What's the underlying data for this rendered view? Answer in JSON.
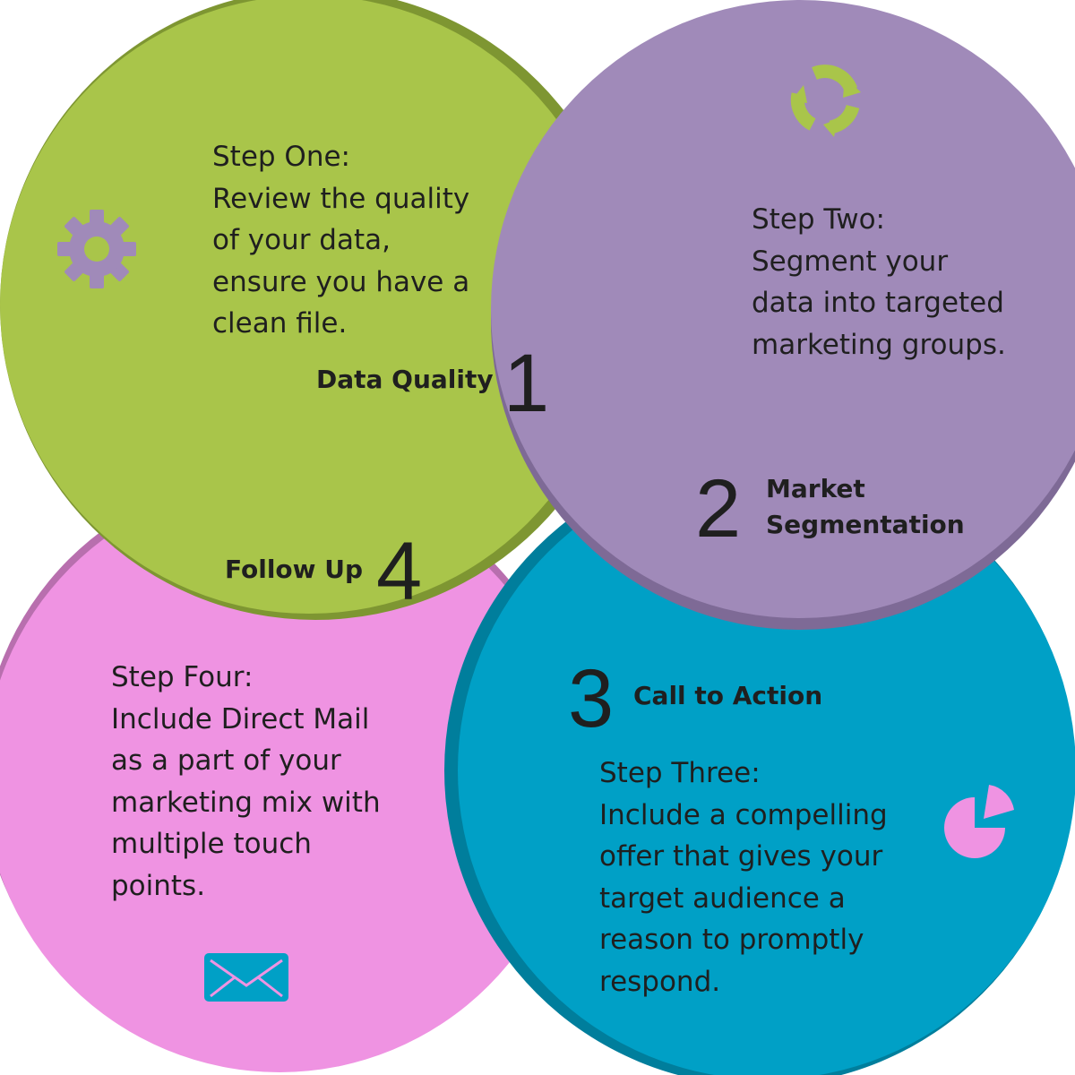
{
  "colors": {
    "green": "#a9c54a",
    "purple": "#a08ab9",
    "blue": "#00a0c6",
    "pink": "#ef93e2",
    "text": "#1f1f1f"
  },
  "steps": [
    {
      "number": "1",
      "label": "Data Quality",
      "text": "Step One:\nReview the quality\nof your data,\nensure you have a\nclean file.",
      "icon": "gear-icon"
    },
    {
      "number": "2",
      "label": "Market\nSegmentation",
      "text": "Step Two:\nSegment your\ndata into targeted\nmarketing groups.",
      "icon": "recycle-arrows-icon"
    },
    {
      "number": "3",
      "label": "Call to Action",
      "text": "Step Three:\nInclude a compelling\noffer that gives your\ntarget audience a\nreason to promptly\nrespond.",
      "icon": "pie-chart-icon"
    },
    {
      "number": "4",
      "label": "Follow Up",
      "text": "Step Four:\nInclude Direct Mail\nas a part of your\nmarketing mix with\nmultiple touch\npoints.",
      "icon": "envelope-icon"
    }
  ]
}
